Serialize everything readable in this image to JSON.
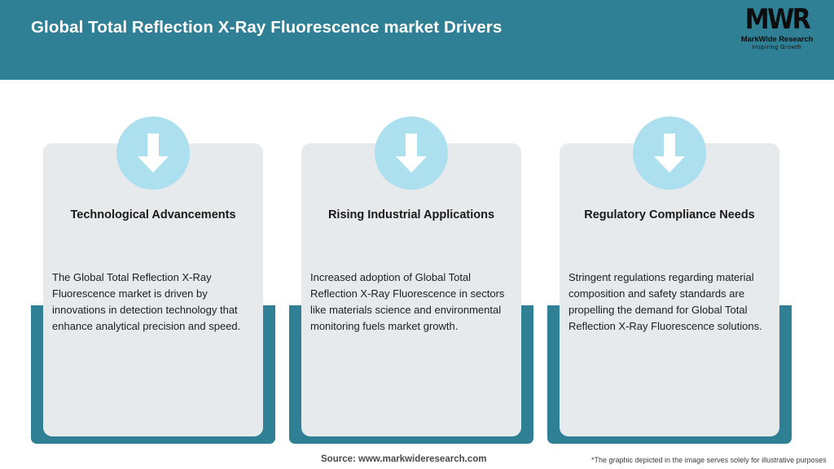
{
  "header": {
    "title": "Global Total Reflection X-Ray Fluorescence market Drivers",
    "background_color": "#2f7f95",
    "logo": {
      "mark": "MWR",
      "name": "MarkWide Research",
      "tagline": "Inspiring Growth"
    }
  },
  "cards": [
    {
      "icon": "down-arrow-icon",
      "title": "Technological Advancements",
      "text": "The Global Total Reflection X-Ray Fluorescence market is driven by innovations in detection technology that enhance analytical precision and speed."
    },
    {
      "icon": "down-arrow-icon",
      "title": "Rising Industrial Applications",
      "text": "Increased adoption of Global Total Reflection X-Ray Fluorescence in sectors like materials science and environmental monitoring fuels market growth."
    },
    {
      "icon": "down-arrow-icon",
      "title": "Regulatory Compliance Needs",
      "text": "Stringent regulations regarding material composition and safety standards are propelling the demand for Global Total Reflection X-Ray Fluorescence solutions."
    }
  ],
  "footer": {
    "source": "Source: www.markwideresearch.com",
    "note": "*The graphic depicted in the image serves solely for illustrative purposes"
  },
  "colors": {
    "accent_teal": "#2f7f95",
    "card_gray": "#e7eaec",
    "icon_blue": "#ace0ef"
  }
}
